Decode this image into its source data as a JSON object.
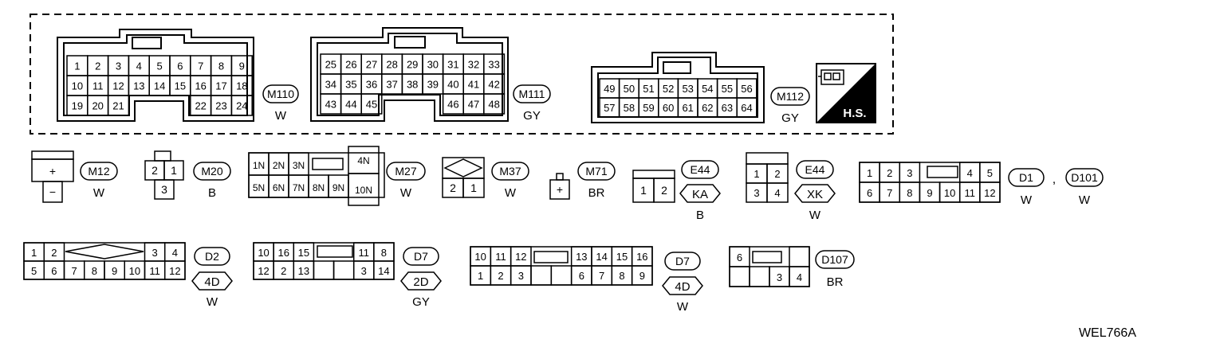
{
  "connectors": {
    "m110": {
      "rows": [
        [
          "1",
          "2",
          "3",
          "4",
          "5",
          "6",
          "7",
          "8",
          "9"
        ],
        [
          "10",
          "11",
          "12",
          "13",
          "14",
          "15",
          "16",
          "17",
          "18"
        ],
        [
          "19",
          "20",
          "21",
          "",
          "",
          "",
          "22",
          "23",
          "24"
        ]
      ],
      "tag": "M110",
      "color": "W"
    },
    "m111": {
      "rows": [
        [
          "25",
          "26",
          "27",
          "28",
          "29",
          "30",
          "31",
          "32",
          "33"
        ],
        [
          "34",
          "35",
          "36",
          "37",
          "38",
          "39",
          "40",
          "41",
          "42"
        ],
        [
          "43",
          "44",
          "45",
          "",
          "",
          "",
          "46",
          "47",
          "48"
        ]
      ],
      "tag": "M111",
      "color": "GY"
    },
    "m112": {
      "rows": [
        [
          "49",
          "50",
          "51",
          "52",
          "53",
          "54",
          "55",
          "56"
        ],
        [
          "57",
          "58",
          "59",
          "60",
          "61",
          "62",
          "63",
          "64"
        ]
      ],
      "tag": "M112",
      "color": "GY"
    },
    "hs": {
      "label": "H.S."
    },
    "m12": {
      "tag": "M12",
      "color": "W",
      "plus": "+",
      "minus": "−"
    },
    "m20": {
      "tag": "M20",
      "color": "B",
      "pins": [
        "2",
        "1",
        "3"
      ]
    },
    "m27": {
      "tag": "M27",
      "color": "W",
      "row1": [
        "1N",
        "2N",
        "3N"
      ],
      "row2": [
        "5N",
        "6N",
        "7N",
        "8N",
        "9N"
      ],
      "right": [
        "4N",
        "10N"
      ]
    },
    "m37": {
      "tag": "M37",
      "color": "W",
      "pins": [
        "2",
        "1"
      ]
    },
    "m71": {
      "tag": "M71",
      "color": "BR",
      "plus": "+"
    },
    "e44a": {
      "tag": "E44",
      "sub": "KA",
      "color": "B",
      "pins": [
        "1",
        "2"
      ]
    },
    "e44b": {
      "tag": "E44",
      "sub": "XK",
      "color": "W",
      "pins": [
        "1",
        "2",
        "3",
        "4"
      ]
    },
    "d1": {
      "rows": [
        [
          "1",
          "2",
          "3",
          "",
          "4",
          "5"
        ],
        [
          "6",
          "7",
          "8",
          "9",
          "10",
          "11",
          "12"
        ]
      ],
      "tag": "D1",
      "tag2": "D101",
      "comma": ",",
      "color": "W",
      "color2": "W"
    },
    "d2": {
      "rows": [
        [
          "1",
          "2",
          "3",
          "4"
        ],
        [
          "5",
          "6",
          "7",
          "8",
          "9",
          "10",
          "11",
          "12"
        ]
      ],
      "tag": "D2",
      "sub": "4D",
      "color": "W"
    },
    "d7a": {
      "row1": [
        "10",
        "16",
        "15",
        "11",
        "8"
      ],
      "row2": [
        "12",
        "2",
        "13",
        "3",
        "14"
      ],
      "tag": "D7",
      "sub": "2D",
      "color": "GY"
    },
    "d7b": {
      "row1": [
        "10",
        "11",
        "12",
        "13",
        "14",
        "15",
        "16"
      ],
      "row2": [
        "1",
        "2",
        "3",
        "6",
        "7",
        "8",
        "9"
      ],
      "tag": "D7",
      "sub": "4D",
      "color": "W"
    },
    "d107": {
      "row1": [
        "6"
      ],
      "row2": [
        "3",
        "4"
      ],
      "tag": "D107",
      "color": "BR"
    }
  },
  "figure_id": "WEL766A"
}
